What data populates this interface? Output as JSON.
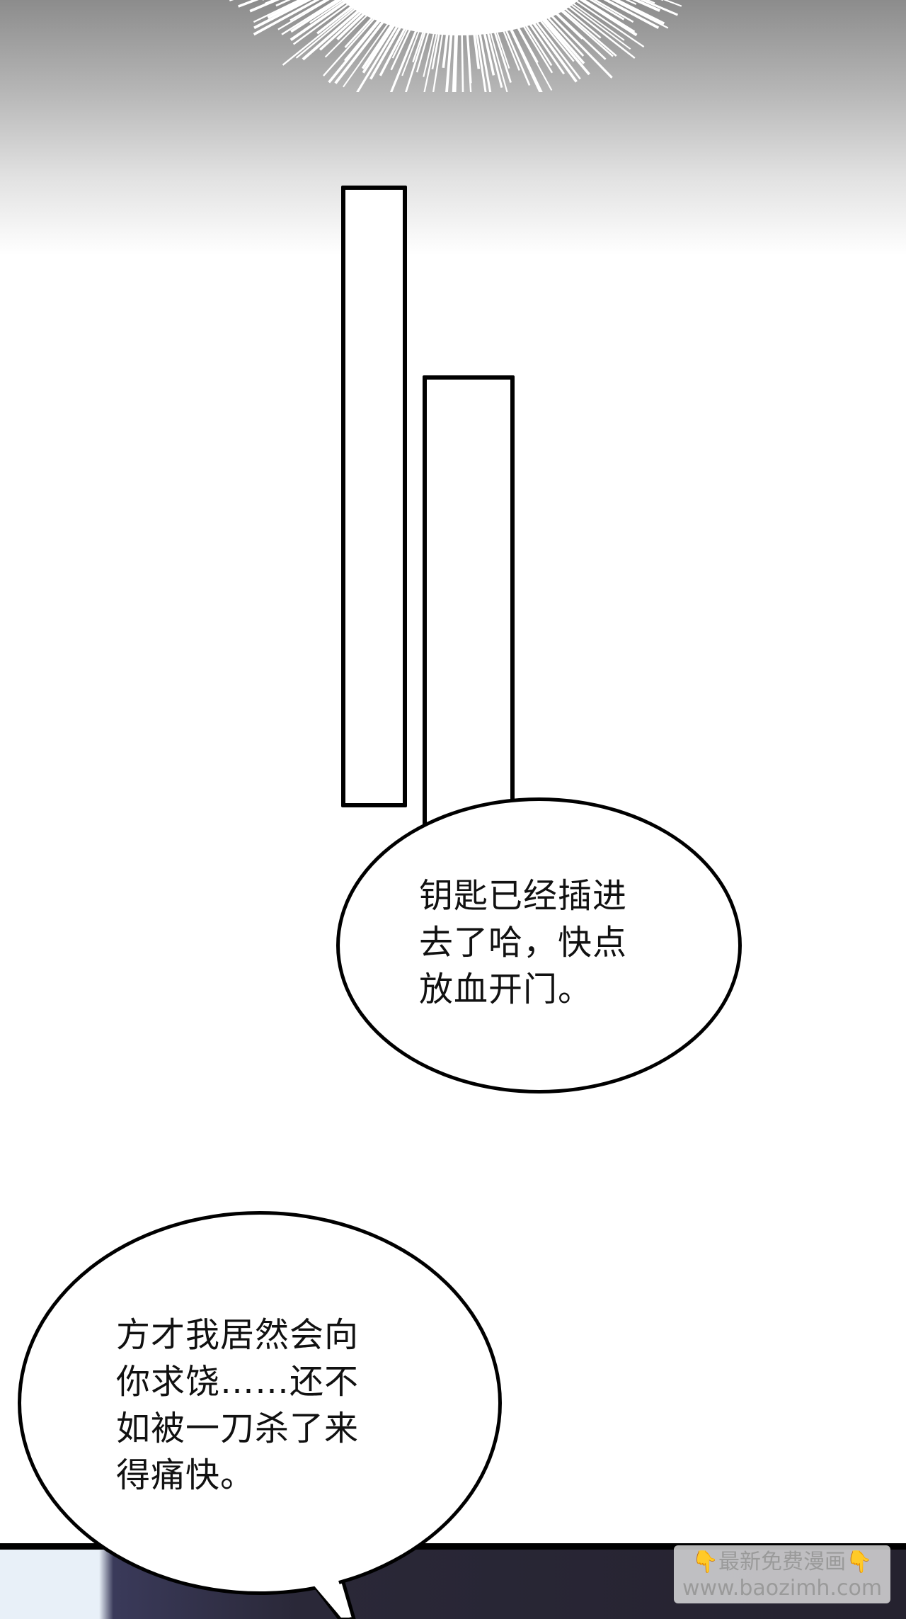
{
  "bubbles": [
    {
      "lines": "钥匙已经插进\n去了哈，快点\n放血开门。"
    },
    {
      "lines": "方才我居然会向\n你求饶……还不\n如被一刀杀了来\n得痛快。"
    }
  ],
  "watermark": {
    "line1": "最新免费漫画",
    "line2": "www.baozimh.com",
    "icon": "pointing-down-hand-icon"
  },
  "colors": {
    "ink": "#000000",
    "panel_dark": "#25222f"
  }
}
